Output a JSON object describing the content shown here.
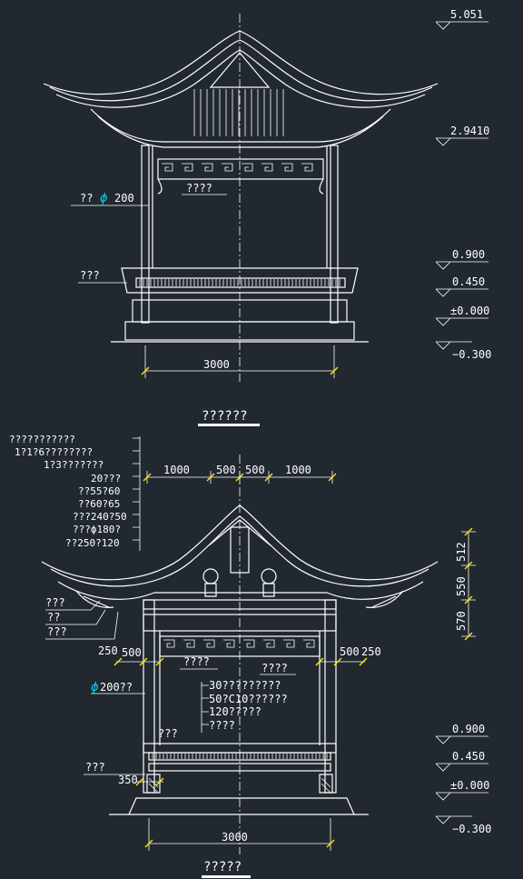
{
  "colors": {
    "background": "#212830",
    "line": "#ffffff",
    "accent": "#00d7ff",
    "marker": "#ffe800"
  },
  "top_view": {
    "title": "??????",
    "levels": [
      "5.051",
      "2.9410",
      "0.900",
      "0.450",
      "±0.000",
      "−0.300"
    ],
    "labels": {
      "col_prefix": "??",
      "col_phi": "ϕ",
      "col_size": "200",
      "lattice": "????",
      "bench": "???"
    },
    "span": "3000"
  },
  "bottom_view": {
    "title": "?????",
    "spec_list": [
      "???????????",
      "1?1?6????????",
      "1?3???????",
      "20???",
      "??55?60",
      "??60?65",
      "???240?50",
      "???ϕ180?",
      "??250?120"
    ],
    "top_dims": [
      "1000",
      "500",
      "500",
      "1000"
    ],
    "right_dims": [
      "512",
      "550",
      "570"
    ],
    "eave_labels": [
      "???",
      "??",
      "???"
    ],
    "side_dims": [
      "250",
      "500",
      "500",
      "250"
    ],
    "col_label_phi": "ϕ",
    "col_label": "200??",
    "lattice": "????",
    "lattice_right": "????",
    "floor_notes": [
      "30?????????",
      "50?C10??????",
      "120?????",
      "????"
    ],
    "bench": "???",
    "base_label": "???",
    "base_dim": "350",
    "levels": [
      "0.900",
      "0.450",
      "±0.000",
      "−0.300"
    ],
    "span": "3000"
  }
}
